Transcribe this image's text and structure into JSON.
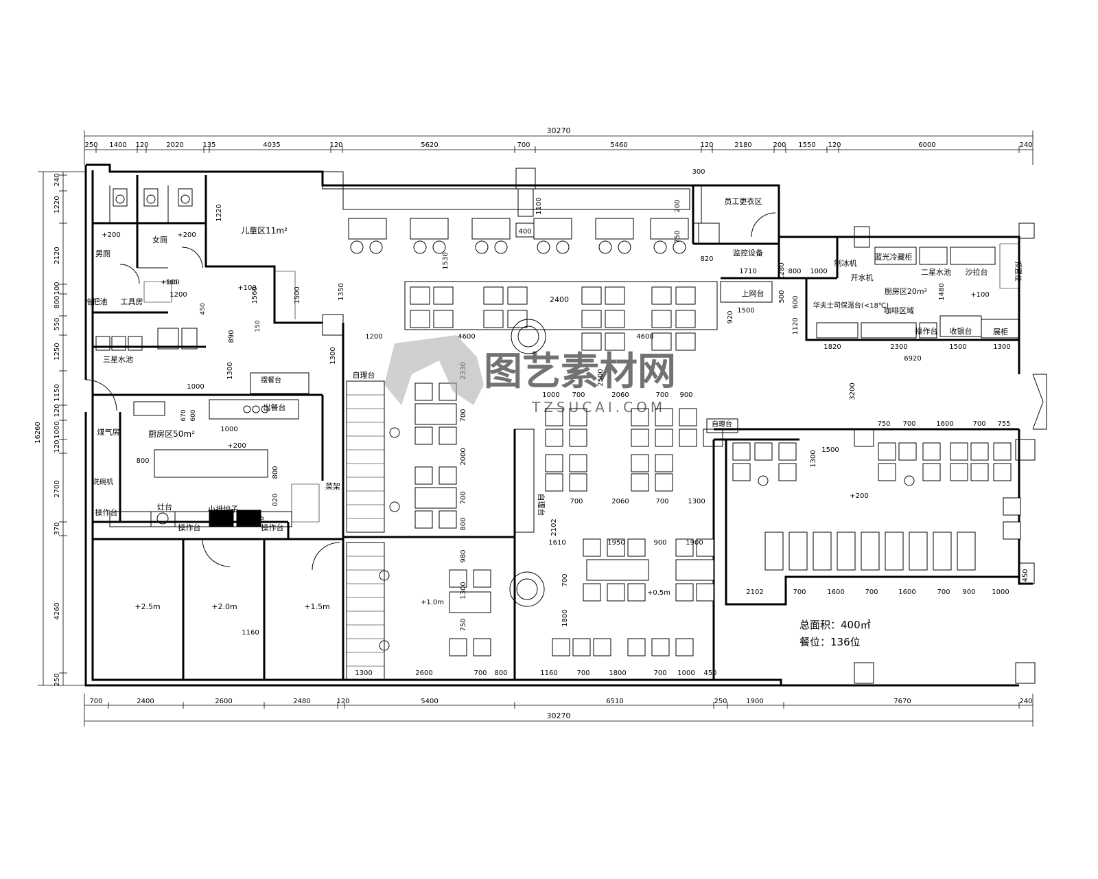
{
  "overall": {
    "width_top": "30270",
    "width_bottom": "30270",
    "height": "16260"
  },
  "top_dims": [
    "250",
    "1400",
    "120",
    "2020",
    "135",
    "4035",
    "120",
    "5620",
    "700",
    "5460",
    "120",
    "2180",
    "200",
    "1550",
    "120",
    "6000",
    "240"
  ],
  "bottom_dims": [
    "700",
    "2400",
    "2600",
    "2480",
    "120",
    "5400",
    "6510",
    "250",
    "1900",
    "7670",
    "240"
  ],
  "left_dims": [
    "240",
    "1220",
    "2120",
    "800",
    "100",
    "550",
    "1250",
    "1150",
    "120",
    "1000",
    "120",
    "2700",
    "370",
    "4260",
    "250"
  ],
  "rooms": {
    "mens_wc": "男厕",
    "womens_wc": "女厕",
    "kids_area": "儿童区11m²",
    "mop_pool": "拖把池",
    "tool_room": "工具房",
    "triple_sink": "三星水池",
    "gas_room": "煤气房",
    "kitchen_big": "厨房区50m²",
    "dish_counter": "摆餐台",
    "serving_counter": "出餐台",
    "staff_locker": "员工更衣区",
    "monitor": "监控设备",
    "upload_counter": "上网台",
    "ice_machine": "制冰机",
    "boil_water": "开水机",
    "blue_fridge": "蓝光冷藏柜",
    "double_sink": "二星水池",
    "salad_counter": "沙拉台",
    "cashier_display": "预置位",
    "kitchen_small": "厨房区20m²",
    "toast_warmer": "华夫士司保温台(<18℃)",
    "coffee_area": "咖啡区域",
    "work_counter_r": "操作台",
    "cashier": "收银台",
    "showcase": "展柜",
    "self_serve_1": "自理台",
    "self_serve_2": "自理台",
    "self_serve_3": "自理台",
    "menu_shelf": "菜架",
    "work_counter_1": "操作台",
    "work_counter_2": "操作台",
    "work_counter_3": "操作台",
    "stove": "灶台",
    "exhaust": "小排炉子",
    "griddle": "铁板炉",
    "dish_wash": "洗碗机"
  },
  "levels": {
    "l1": "+200",
    "l2": "+200",
    "l3": "+100",
    "l4": "+100",
    "l5": "+200",
    "l6": "+100",
    "l7": "+200",
    "l8": "+2.5m",
    "l9": "+2.0m",
    "l10": "+1.5m",
    "l11": "+1.0m",
    "l12": "+0.5m"
  },
  "inner_dims": {
    "d1220": "1220",
    "d100": "100",
    "d1200": "1200",
    "d1560": "1560",
    "d1500": "1500",
    "d450": "450",
    "d150": "150",
    "d890": "890",
    "d1350": "1350",
    "d1300": "1300",
    "d1000a": "1000",
    "d1000b": "1000",
    "d670": "670",
    "d600": "600",
    "d800a": "800",
    "d800b": "800",
    "d020": "020",
    "d1100": "1100",
    "d400": "400",
    "d200": "200",
    "d750": "750",
    "d300": "300",
    "d820": "820",
    "d1530": "1530",
    "d2400": "2400",
    "d4600a": "4600",
    "d4600b": "4600",
    "d1200b": "1200",
    "d2330": "2330",
    "d700a": "700",
    "d2000": "2000",
    "d700b": "700",
    "d800c": "800",
    "d2500": "2500",
    "d1710": "1710",
    "d1280": "1280",
    "d800d": "800",
    "d1000c": "1000",
    "d500": "500",
    "d600b": "600",
    "d1500b": "1500",
    "d920": "920",
    "d1120": "1120",
    "d1480": "1480",
    "d1820": "1820",
    "d2300": "2300",
    "d1500c": "1500",
    "d1300b": "1300",
    "d6920": "6920",
    "d3200": "3200",
    "d1000d": "1000",
    "d700c": "700",
    "d2060a": "2060",
    "d700d": "700",
    "d900a": "900",
    "d750b": "750",
    "d700e": "700",
    "d1600": "1600",
    "d700f": "700",
    "d755": "755",
    "d1500d": "1500",
    "d1300c": "1300",
    "d700g": "700",
    "d2060b": "2060",
    "d700h": "700",
    "d1300d": "1300",
    "d2102a": "2102",
    "d1610": "1610",
    "d1950": "1950",
    "d900b": "900",
    "d1900": "1900",
    "d700i": "700",
    "d1800a": "1800",
    "d980": "980",
    "d1300e": "1300",
    "d750c": "750",
    "d1300f": "1300",
    "d2600": "2600",
    "d700j": "700",
    "d800e": "800",
    "d1160a": "1160",
    "d700k": "700",
    "d1800b": "1800",
    "d700l": "700",
    "d1000e": "1000",
    "d450b": "450",
    "d1160b": "1160",
    "d2102b": "2102",
    "d700m": "700",
    "d1600b": "1600",
    "d700n": "700",
    "d1600c": "1600",
    "d700o": "700",
    "d900c": "900",
    "d1000f": "1000",
    "d450c": "450"
  },
  "summary": {
    "area": "总面积：400㎡",
    "seats": "餐位：136位"
  },
  "watermark": {
    "brand": "图艺素材网",
    "url": "TZSUCAI.COM"
  }
}
